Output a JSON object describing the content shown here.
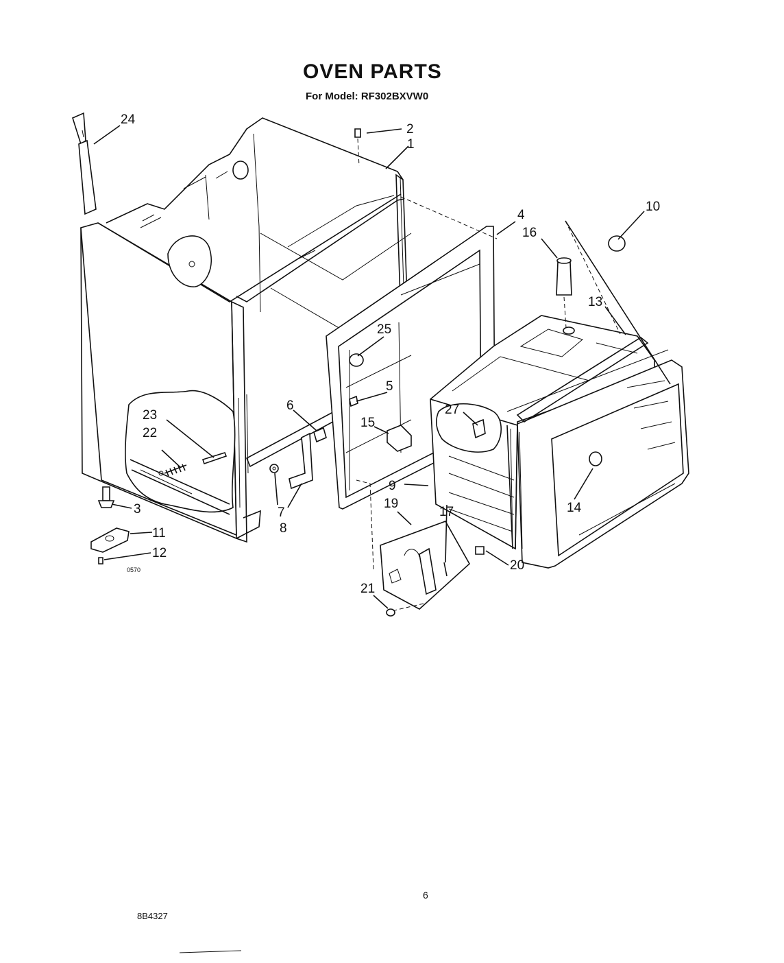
{
  "header": {
    "title": "OVEN PARTS",
    "subtitle": "For Model: RF302BXVW0"
  },
  "footer": {
    "page_number": "6",
    "document_code": "8B4327",
    "drawing_code": "0570"
  },
  "callouts": [
    {
      "id": "c1",
      "label": "1"
    },
    {
      "id": "c2",
      "label": "2"
    },
    {
      "id": "c3",
      "label": "3"
    },
    {
      "id": "c4",
      "label": "4"
    },
    {
      "id": "c5",
      "label": "5"
    },
    {
      "id": "c6",
      "label": "6"
    },
    {
      "id": "c7",
      "label": "7"
    },
    {
      "id": "c8",
      "label": "8"
    },
    {
      "id": "c9",
      "label": "9"
    },
    {
      "id": "c10",
      "label": "10"
    },
    {
      "id": "c11",
      "label": "11"
    },
    {
      "id": "c12",
      "label": "12"
    },
    {
      "id": "c13",
      "label": "13"
    },
    {
      "id": "c14",
      "label": "14"
    },
    {
      "id": "c15",
      "label": "15"
    },
    {
      "id": "c16",
      "label": "16"
    },
    {
      "id": "c17",
      "label": "17"
    },
    {
      "id": "c19",
      "label": "19"
    },
    {
      "id": "c20",
      "label": "20"
    },
    {
      "id": "c21",
      "label": "21"
    },
    {
      "id": "c22",
      "label": "22"
    },
    {
      "id": "c23",
      "label": "23"
    },
    {
      "id": "c24",
      "label": "24"
    },
    {
      "id": "c25",
      "label": "25"
    },
    {
      "id": "c27",
      "label": "27"
    }
  ]
}
